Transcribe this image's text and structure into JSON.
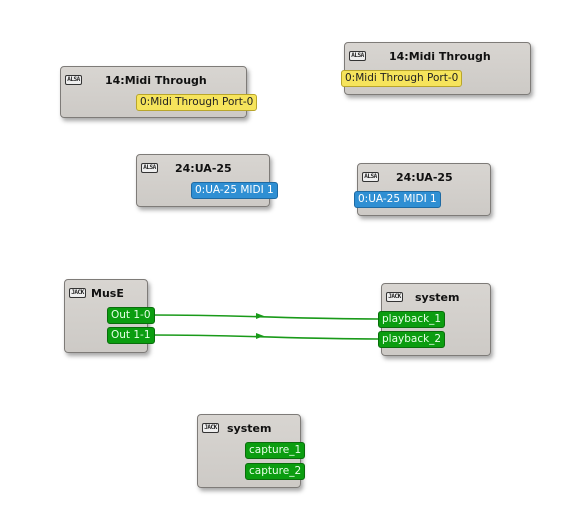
{
  "nodes": {
    "midi_through_left": {
      "title": "14:Midi Through",
      "icon": "alsa-icon",
      "icon_text": "ALSA",
      "port": "0:Midi Through Port-0"
    },
    "midi_through_right": {
      "title": "14:Midi Through",
      "icon": "alsa-icon",
      "icon_text": "ALSA",
      "port": "0:Midi Through Port-0"
    },
    "ua25_left": {
      "title": "24:UA-25",
      "icon": "alsa-icon",
      "icon_text": "ALSA",
      "port": "0:UA-25 MIDI 1"
    },
    "ua25_right": {
      "title": "24:UA-25",
      "icon": "alsa-icon",
      "icon_text": "ALSA",
      "port": "0:UA-25 MIDI 1"
    },
    "muse": {
      "title": "MusE",
      "icon": "jack-icon",
      "icon_text": "JACK",
      "ports": [
        "Out 1-0",
        "Out 1-1"
      ]
    },
    "system_playback": {
      "title": "system",
      "icon": "jack-icon",
      "icon_text": "JACK",
      "ports": [
        "playback_1",
        "playback_2"
      ]
    },
    "system_capture": {
      "title": "system",
      "icon": "jack-icon",
      "icon_text": "JACK",
      "ports": [
        "capture_1",
        "capture_2"
      ]
    }
  },
  "connections": [
    {
      "from": "Out 1-0",
      "to": "playback_1"
    },
    {
      "from": "Out 1-1",
      "to": "playback_2"
    }
  ],
  "colors": {
    "midi_port": "#f6e45c",
    "alsa_midi_port": "#2f8fd3",
    "audio_port": "#0b9d10",
    "connection_line": "#1a9a1a",
    "node_background": "#d3d0cc"
  }
}
